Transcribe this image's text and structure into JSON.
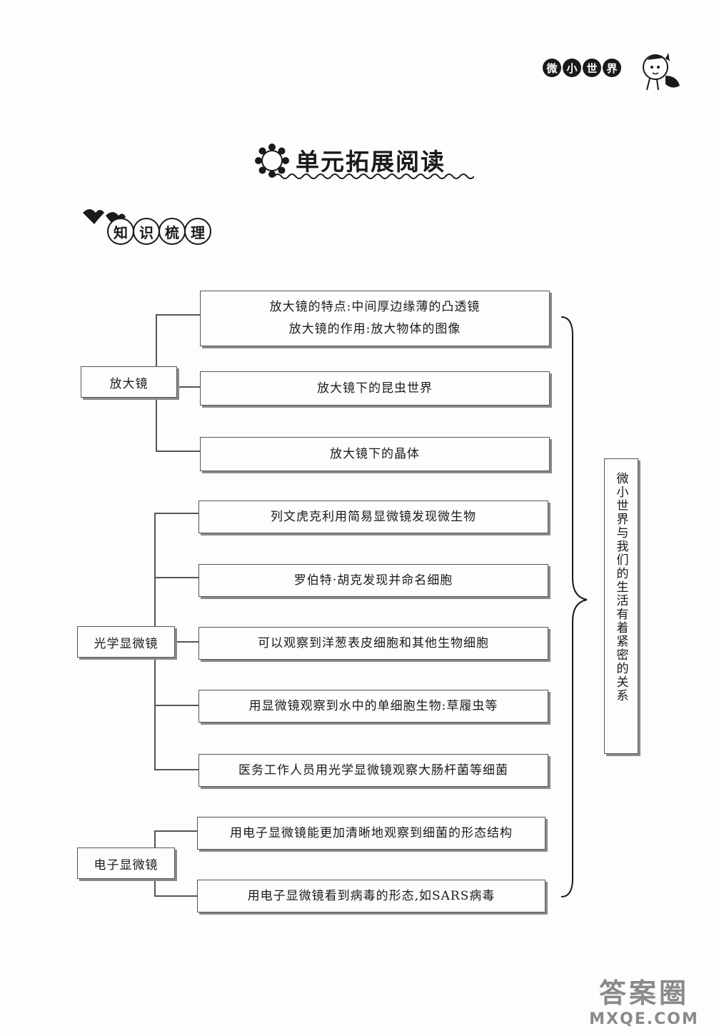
{
  "header": {
    "title_chars": [
      "微",
      "小",
      "世",
      "界"
    ],
    "mascot": "cartoon-child-mascot-icon"
  },
  "section": {
    "title": "单元拓展阅读",
    "icon": "gear-flower-icon"
  },
  "subheading": {
    "chars": [
      "知",
      "识",
      "梳",
      "理"
    ],
    "icon": "bat-decoration-icon"
  },
  "categories": {
    "magnifier": "放大镜",
    "optical": "光学显微镜",
    "electron": "电子显微镜"
  },
  "magnifier_items": {
    "item1_line1": "放大镜的特点:中间厚边缘薄的凸透镜",
    "item1_line2": "放大镜的作用:放大物体的图像",
    "item2": "放大镜下的昆虫世界",
    "item3": "放大镜下的晶体"
  },
  "optical_items": [
    "列文虎克利用简易显微镜发现微生物",
    "罗伯特·胡克发现并命名细胞",
    "可以观察到洋葱表皮细胞和其他生物细胞",
    "用显微镜观察到水中的单细胞生物:草履虫等",
    "医务工作人员用光学显微镜观察大肠杆菌等细菌"
  ],
  "electron_items": [
    "用电子显微镜能更加清晰地观察到细菌的形态结构",
    "用电子显微镜看到病毒的形态,如SARS病毒"
  ],
  "summary": "微小世界与我们的生活有着紧密的关系",
  "watermark": {
    "text": "答案圈",
    "url": "MXQE.COM"
  }
}
